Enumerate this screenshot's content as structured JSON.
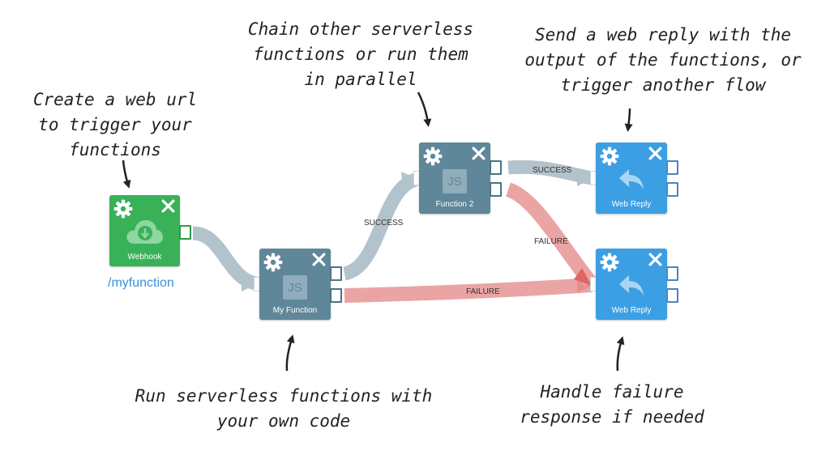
{
  "annotations": {
    "webhook": [
      "Create a web url",
      "to trigger your",
      "functions"
    ],
    "chain": [
      "Chain other serverless",
      "functions or run them",
      "in parallel"
    ],
    "reply": [
      "Send a web reply with the",
      "output of the functions, or",
      "trigger another flow"
    ],
    "run": [
      "Run serverless functions with",
      "your own code"
    ],
    "failure": [
      "Handle failure",
      "response if needed"
    ]
  },
  "nodes": {
    "webhook": {
      "label": "Webhook",
      "url": "/myfunction",
      "icon": "cloud-download-icon",
      "color": "#39b158"
    },
    "my_function": {
      "label": "My Function",
      "icon": "js-icon",
      "icon_text": "JS",
      "color": "#5f8799"
    },
    "function2": {
      "label": "Function 2",
      "icon": "js-icon",
      "icon_text": "JS",
      "color": "#5f8799"
    },
    "web_reply_success": {
      "label": "Web Reply",
      "icon": "reply-arrow-icon",
      "color": "#3c9fe3"
    },
    "web_reply_failure": {
      "label": "Web Reply",
      "icon": "reply-arrow-icon",
      "color": "#3c9fe3"
    }
  },
  "edges": {
    "success_1": "SUCCESS",
    "success_2": "SUCCESS",
    "failure_1": "FAILURE",
    "failure_2": "FAILURE"
  },
  "colors": {
    "success_edge": "#b3c3cb",
    "failure_edge": "#eba4a4",
    "annotation_arrow": "#222222"
  }
}
